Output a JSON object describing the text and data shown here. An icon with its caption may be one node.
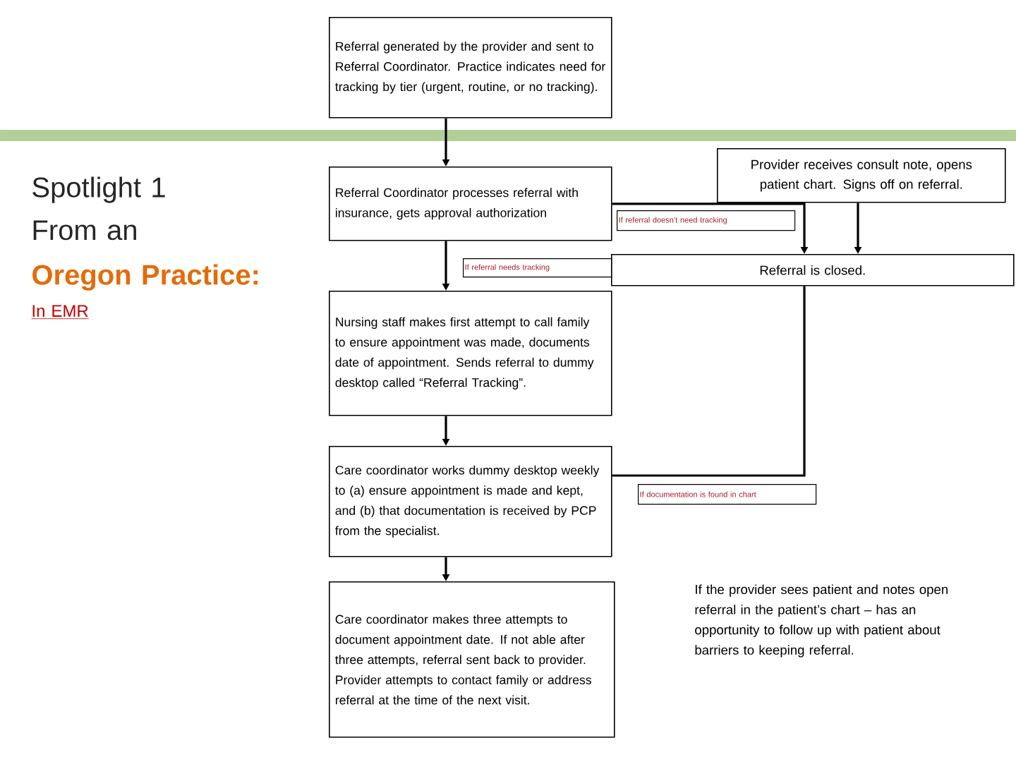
{
  "diagram": {
    "nodes": [
      {
        "text": [
          "Referral generated by the provider and sent to Referral Coordinator. Practice indicates need for tracking by tier (urgent, routine, or no tracking)."
        ]
      },
      {
        "text": [
          "Referral Coordinator processes referral with insurance, gets approval authorization"
        ]
      },
      {
        "text": [
          "If referral needs tracking"
        ]
      },
      {
        "text": [
          "Nursing staff makes first attempt to call family to ensure appointment was made, documents date of appointment.  Sends referral to dummy desktop called “Referral Tracking”."
        ]
      },
      {
        "text": [
          "Care coordinator works dummy desktop weekly to (a) ensure appointment is made and kept, and (b) that documentation is received by PCP from the specialist."
        ]
      },
      {
        "text": [
          "Care coordinator makes three attempts to document appointment date.  If not able after three attempts, referral sent back to provider. Provider attempts to contact family or address referral at the time of the next visit."
        ]
      },
      {
        "text": [
          "Provider receives consult note, opens patient chart.  Signs off on referral."
        ]
      },
      {
        "text": [
          "If referral doesn’t need tracking"
        ]
      },
      {
        "text": [
          "Referral is closed."
        ]
      },
      {
        "text": [
          "If documentation is found in chart"
        ]
      }
    ],
    "edges": [
      {
        "from": 0,
        "to": 1,
        "arrow": "to"
      },
      {
        "from": 1,
        "to": 3,
        "arrow": "to"
      },
      {
        "from": 1,
        "to": 8,
        "arrow": "to"
      },
      {
        "from": 6,
        "to": 8,
        "arrow": "to"
      },
      {
        "from": 3,
        "to": 4,
        "arrow": "to"
      },
      {
        "from": 4,
        "to": 8,
        "arrow": "none"
      },
      {
        "from": 4,
        "to": 5,
        "arrow": "to"
      }
    ],
    "labels": [
      "Spotlight 1",
      "From an",
      "Oregon Practice:",
      "In EMR",
      "If the provider sees patient and notes open referral in the patient’s chart – has an opportunity to follow up with patient about barriers to keeping referral."
    ]
  }
}
